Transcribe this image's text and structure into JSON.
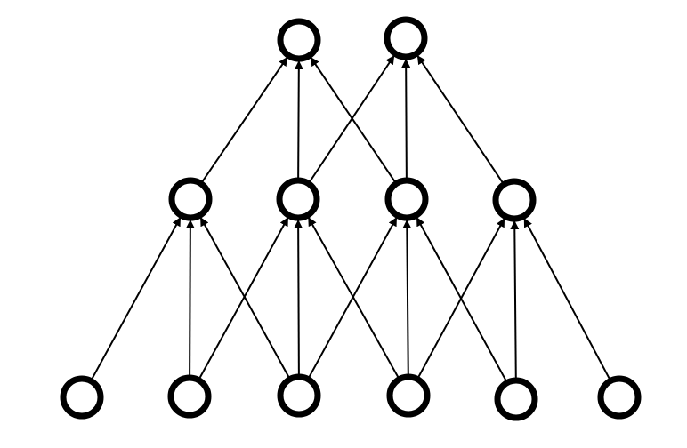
{
  "diagram": {
    "type": "layered-network",
    "colors": {
      "node_stroke": "#000000",
      "node_fill": "#ffffff",
      "edge": "#000000",
      "background": "#ffffff"
    },
    "layers": [
      {
        "name": "bottom",
        "nodes": [
          "b1",
          "b2",
          "b3",
          "b4",
          "b5",
          "b6"
        ]
      },
      {
        "name": "middle",
        "nodes": [
          "m1",
          "m2",
          "m3",
          "m4"
        ]
      },
      {
        "name": "top",
        "nodes": [
          "t1",
          "t2"
        ]
      }
    ],
    "edges": [
      {
        "from": "b1",
        "to": "m1"
      },
      {
        "from": "b2",
        "to": "m1"
      },
      {
        "from": "b3",
        "to": "m1"
      },
      {
        "from": "b2",
        "to": "m2"
      },
      {
        "from": "b3",
        "to": "m2"
      },
      {
        "from": "b4",
        "to": "m2"
      },
      {
        "from": "b3",
        "to": "m3"
      },
      {
        "from": "b4",
        "to": "m3"
      },
      {
        "from": "b5",
        "to": "m3"
      },
      {
        "from": "b4",
        "to": "m4"
      },
      {
        "from": "b5",
        "to": "m4"
      },
      {
        "from": "b6",
        "to": "m4"
      },
      {
        "from": "m1",
        "to": "t1"
      },
      {
        "from": "m2",
        "to": "t1"
      },
      {
        "from": "m3",
        "to": "t1"
      },
      {
        "from": "m2",
        "to": "t2"
      },
      {
        "from": "m3",
        "to": "t2"
      },
      {
        "from": "m4",
        "to": "t2"
      }
    ]
  }
}
